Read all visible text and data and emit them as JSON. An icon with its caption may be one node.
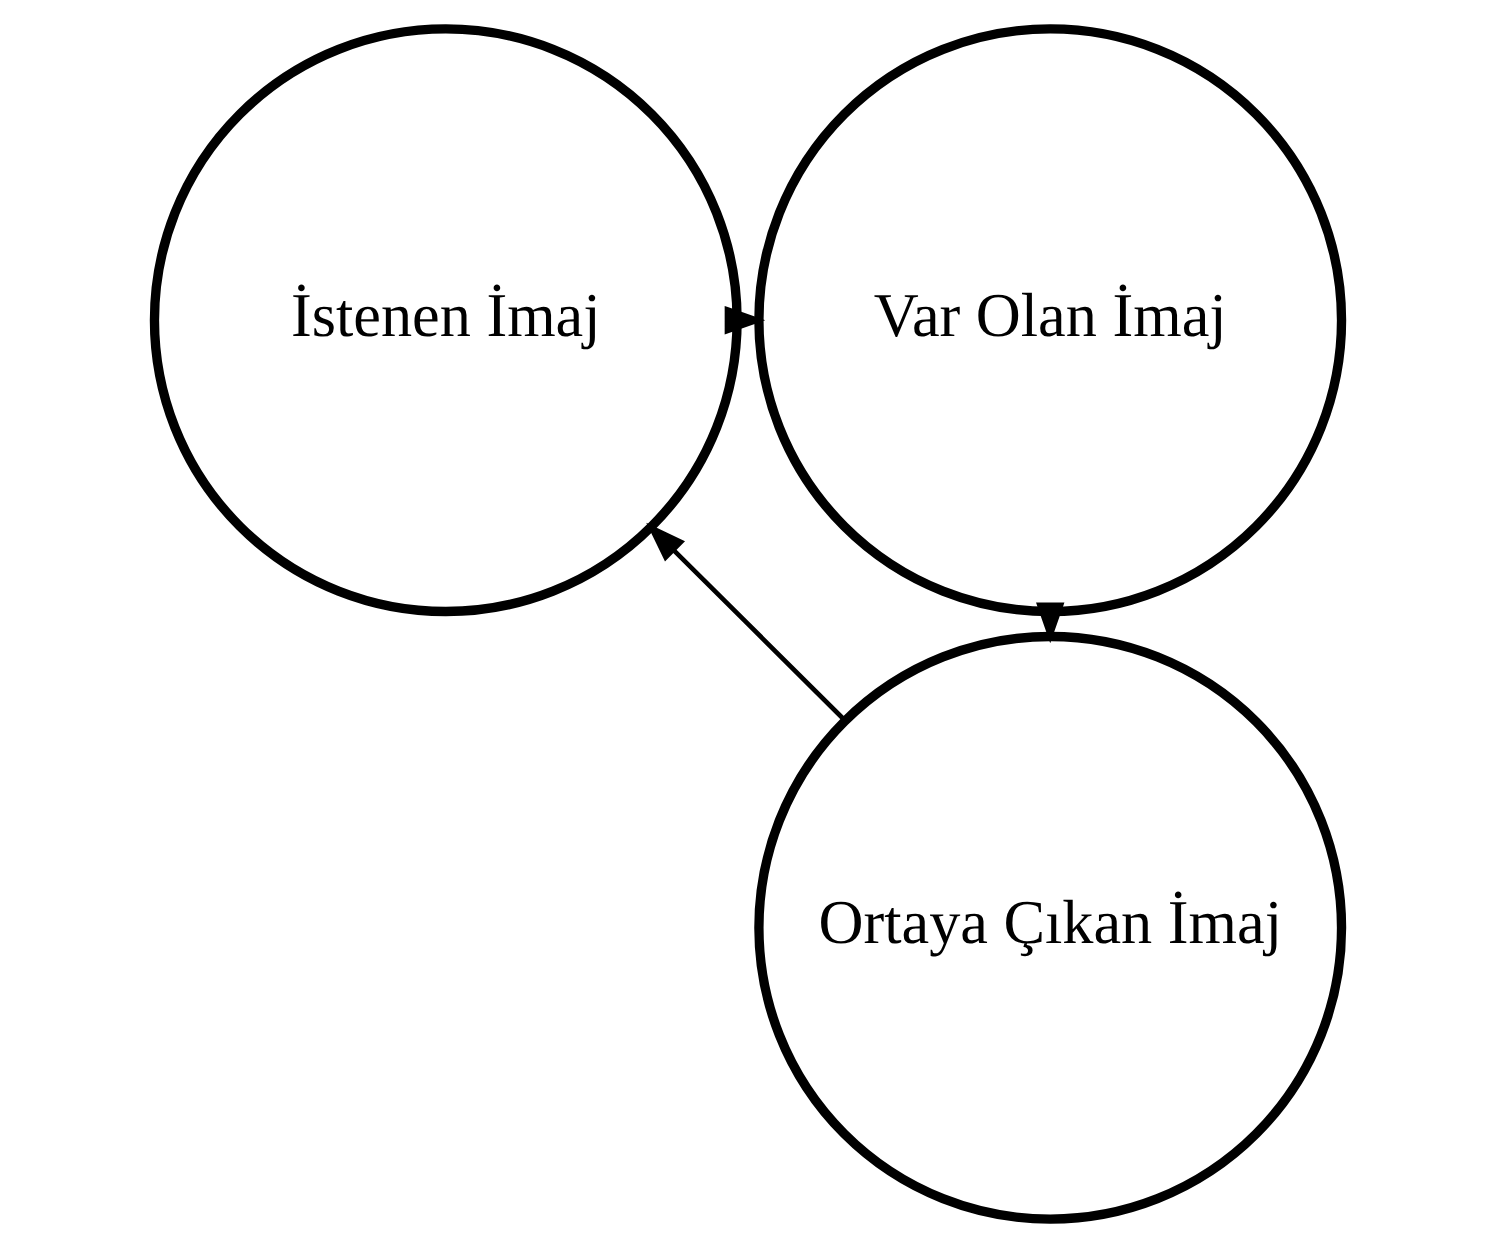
{
  "diagram": {
    "nodes": [
      {
        "text": [
          "İstenen İmaj"
        ]
      },
      {
        "text": [
          "Var Olan İmaj"
        ]
      },
      {
        "text": [
          "Ortaya Çıkan İmaj"
        ]
      }
    ],
    "edges": [
      {
        "from": 0,
        "to": 1,
        "arrow": "to"
      },
      {
        "from": 1,
        "to": 2,
        "arrow": "to"
      },
      {
        "from": 2,
        "to": 0,
        "arrow": "to"
      }
    ]
  }
}
